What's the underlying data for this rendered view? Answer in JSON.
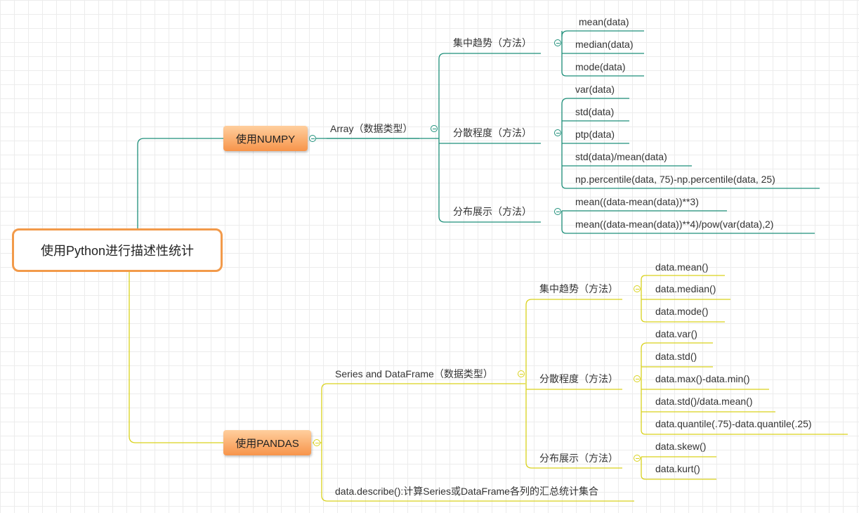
{
  "root": {
    "label": "使用Python进行描述性统计"
  },
  "numpy": {
    "label": "使用NUMPY",
    "branch": {
      "label": "Array（数据类型）"
    },
    "central": {
      "label": "集中趋势（方法）",
      "items": [
        "mean(data)",
        "median(data)",
        "mode(data)"
      ]
    },
    "dispersion": {
      "label": "分散程度（方法）",
      "items": [
        "var(data)",
        "std(data)",
        "ptp(data)",
        "std(data)/mean(data)",
        "np.percentile(data, 75)-np.percentile(data, 25)"
      ]
    },
    "distribution": {
      "label": "分布展示（方法）",
      "items": [
        "mean((data-mean(data))**3)",
        "mean((data-mean(data))**4)/pow(var(data),2)"
      ]
    }
  },
  "pandas": {
    "label": "使用PANDAS",
    "branch": {
      "label": "Series and DataFrame（数据类型）"
    },
    "central": {
      "label": "集中趋势（方法）",
      "items": [
        "data.mean()",
        "data.median()",
        "data.mode()"
      ]
    },
    "dispersion": {
      "label": "分散程度（方法）",
      "items": [
        "data.var()",
        "data.std()",
        "data.max()-data.min()",
        "data.std()/data.mean()",
        "data.quantile(.75)-data.quantile(.25)"
      ]
    },
    "distribution": {
      "label": "分布展示（方法）",
      "items": [
        "data.skew()",
        "data.kurt()"
      ]
    },
    "describe": {
      "label": "data.describe():计算Series或DataFrame各列的汇总统计集合"
    }
  },
  "colors": {
    "teal": "#1e8f7a",
    "yellow": "#d9d21c",
    "root_border": "#f29a4a"
  }
}
